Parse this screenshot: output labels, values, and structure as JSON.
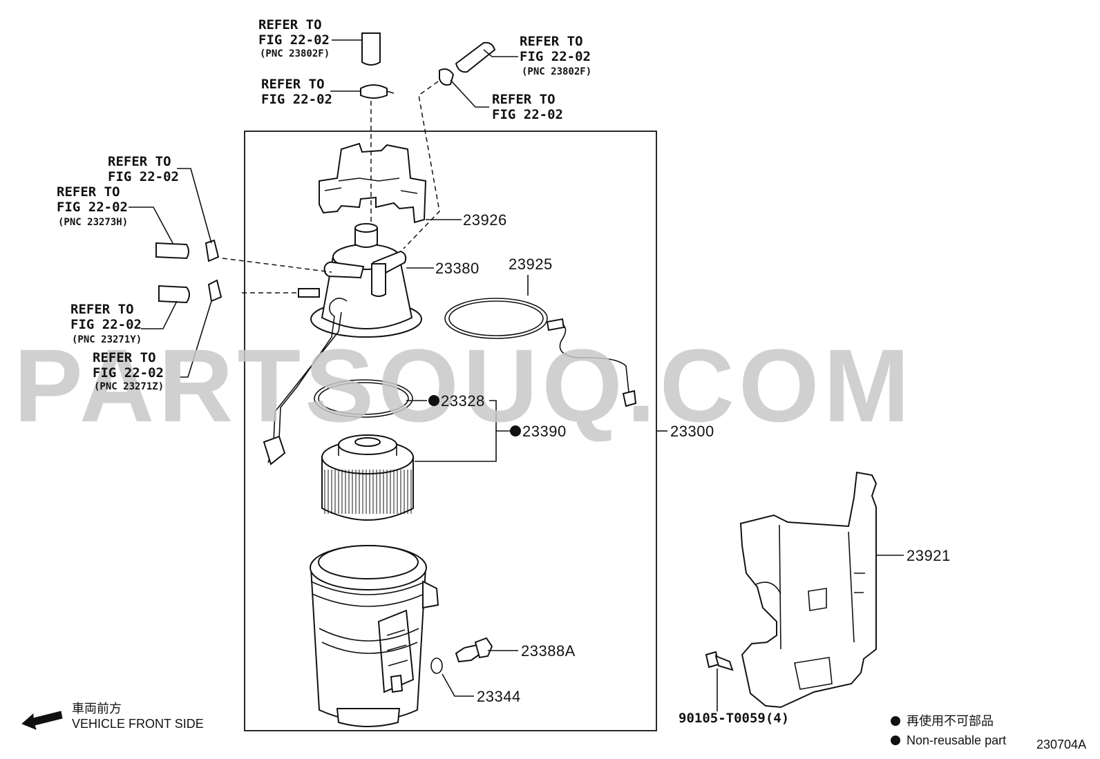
{
  "watermark": "PARTSOUQ.COM",
  "refer_labels": [
    {
      "line1": "REFER TO",
      "line2": "FIG 22-02",
      "pnc": "(PNC 23802F)"
    },
    {
      "line1": "REFER TO",
      "line2": "FIG 22-02",
      "pnc": "(PNC 23802F)"
    },
    {
      "line1": "REFER TO",
      "line2": "FIG 22-02",
      "pnc": ""
    },
    {
      "line1": "REFER TO",
      "line2": "FIG 22-02",
      "pnc": ""
    },
    {
      "line1": "REFER TO",
      "line2": "FIG 22-02",
      "pnc": ""
    },
    {
      "line1": "REFER TO",
      "line2": "FIG 22-02",
      "pnc": "(PNC 23273H)"
    },
    {
      "line1": "REFER TO",
      "line2": "FIG 22-02",
      "pnc": "(PNC 23271Y)"
    },
    {
      "line1": "REFER TO",
      "line2": "FIG 22-02",
      "pnc": "(PNC 23271Z)"
    }
  ],
  "part_numbers": {
    "p23926": "23926",
    "p23380": "23380",
    "p23925": "23925",
    "p23328": "23328",
    "p23390": "23390",
    "p23300": "23300",
    "p23388A": "23388A",
    "p23344": "23344",
    "p23921": "23921",
    "p90105": "90105-T0059(4)"
  },
  "direction": {
    "japanese": "車両前方",
    "english": "VEHICLE FRONT SIDE"
  },
  "legend": {
    "japanese": "再使用不可部品",
    "english": "Non-reusable part"
  },
  "figure_code": "230704A"
}
